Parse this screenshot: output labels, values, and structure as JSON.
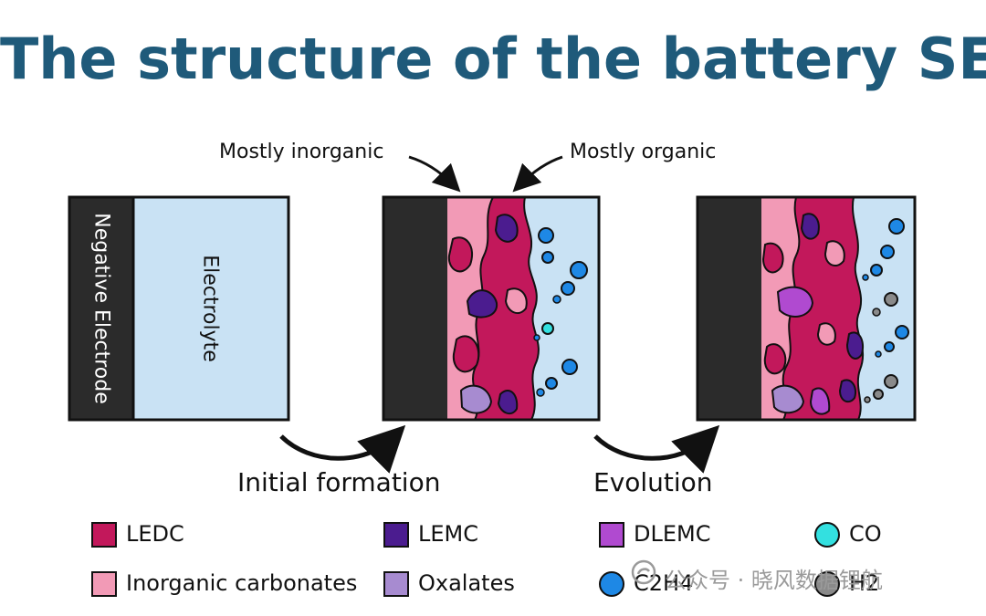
{
  "title": "The structure of the battery SEI",
  "annotations": {
    "mostly_inorganic": "Mostly inorganic",
    "mostly_organic": "Mostly organic"
  },
  "panel1": {
    "negative_electrode": "Negative Electrode",
    "electrolyte": "Electrolyte"
  },
  "steps": {
    "initial_formation": "Initial formation",
    "evolution": "Evolution"
  },
  "legend": [
    {
      "label": "LEDC",
      "color": "#c2185b",
      "shape": "square"
    },
    {
      "label": "LEMC",
      "color": "#4b1c8f",
      "shape": "square"
    },
    {
      "label": "DLEMC",
      "color": "#b04ad0",
      "shape": "square"
    },
    {
      "label": "CO",
      "color": "#33e0e0",
      "shape": "circle"
    },
    {
      "label": "Inorganic carbonates",
      "color": "#f29ab6",
      "shape": "square"
    },
    {
      "label": "Oxalates",
      "color": "#a78bd0",
      "shape": "square"
    },
    {
      "label": "C2H4",
      "color": "#1e88e5",
      "shape": "circle"
    },
    {
      "label": "H2",
      "color": "#8a8a8a",
      "shape": "circle"
    }
  ],
  "watermark": "公众号 · 晓风数据锂航",
  "colors": {
    "electrode": "#2b2b2b",
    "electrolyte": "#c9e2f4",
    "inorganic": "#f29ab6",
    "ledc": "#c2185b",
    "title": "#1f5a7a"
  }
}
